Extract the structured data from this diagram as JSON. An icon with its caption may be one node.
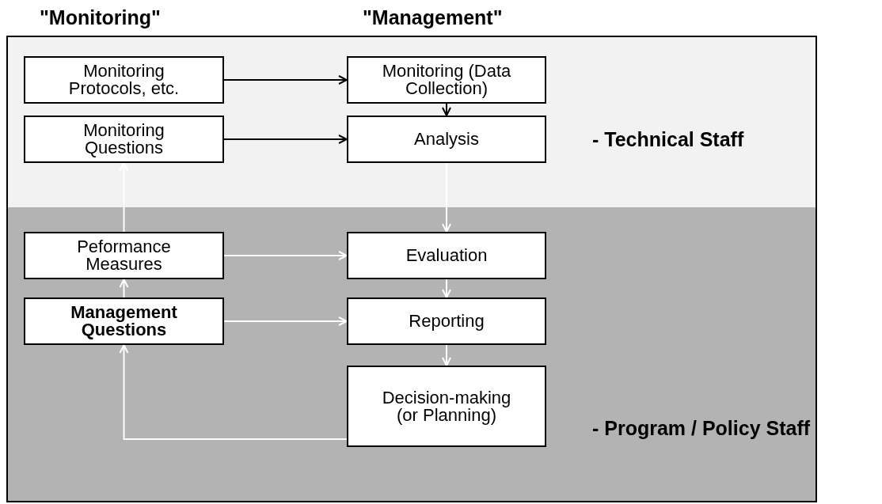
{
  "diagram": {
    "nodes": [
      {
        "text": [
          "Monitoring Protocols, etc."
        ]
      },
      {
        "text": [
          "Monitoring Questions"
        ]
      },
      {
        "text": [
          "Peformance Measures"
        ]
      },
      {
        "text": [
          "Management Questions"
        ]
      },
      {
        "text": [
          "Monitoring (Data Collection)"
        ]
      },
      {
        "text": [
          "Analysis"
        ]
      },
      {
        "text": [
          "Evaluation"
        ]
      },
      {
        "text": [
          "Reporting"
        ]
      },
      {
        "text": [
          "Decision-making (or Planning)"
        ]
      }
    ],
    "edges": [
      {
        "from": 0,
        "to": 4,
        "arrow": "to",
        "color": "#000000"
      },
      {
        "from": 4,
        "to": 5,
        "arrow": "to",
        "color": "#000000"
      },
      {
        "from": 1,
        "to": 5,
        "arrow": "to",
        "color": "#000000"
      },
      {
        "from": 5,
        "to": 6,
        "arrow": "to"
      },
      {
        "from": 2,
        "to": 1,
        "arrow": "to"
      },
      {
        "from": 2,
        "to": 6,
        "arrow": "to"
      },
      {
        "from": 6,
        "to": 7,
        "arrow": "to"
      },
      {
        "from": 3,
        "to": 2,
        "arrow": "to"
      },
      {
        "from": 3,
        "to": 7,
        "arrow": "to"
      },
      {
        "from": 7,
        "to": 8,
        "arrow": "to"
      },
      {
        "from": 8,
        "to": 3,
        "arrow": "to"
      }
    ],
    "labels": [
      "\"Monitoring\"",
      "\"Management\"",
      "- Technical Staff",
      "- Program / Policy Staff"
    ]
  }
}
